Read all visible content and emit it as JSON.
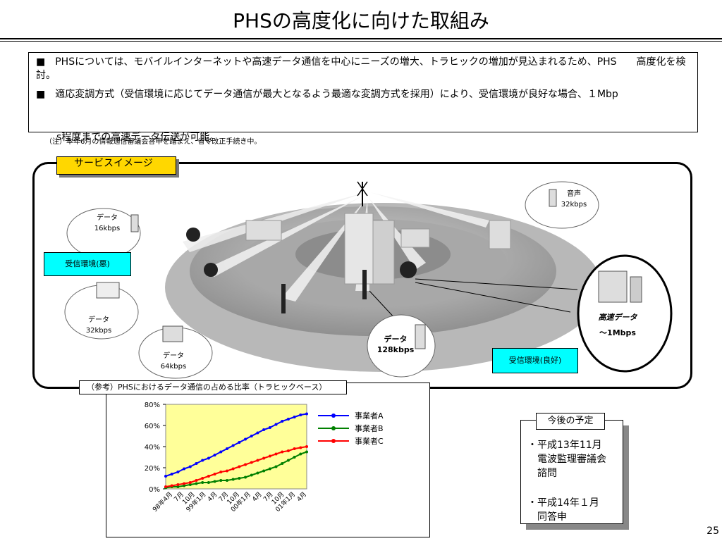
{
  "slide": {
    "title": "PHSの高度化に向けた取組み",
    "page_number": "25"
  },
  "bullets": [
    {
      "marker": "■",
      "text": "PHSについては、モバイルインターネットや高速データ通信を中心にニーズの増大、トラヒックの増加が見込まれるため、PHS　　高度化を検討。"
    },
    {
      "marker": "■",
      "text": "適応変調方式（受信環境に応じてデータ通信が最大となるよう最適な変調方式を採用）により、受信環境が良好な場合、１Mbp"
    }
  ],
  "note": "s程度までの高速データ伝送が可能。",
  "note_small": "（注）本年6月の情報通信審議会答申を踏まえ、省令改正手続き中。",
  "service": {
    "label": "サービスイメージ",
    "env_bad": "受信環境(悪)",
    "env_good": "受信環境(良好)",
    "bubbles": [
      {
        "line1": "データ",
        "line2": "16kbps"
      },
      {
        "line1": "音声",
        "line2": "32kbps"
      },
      {
        "line1": "データ",
        "line2": "32kbps"
      },
      {
        "line1": "データ",
        "line2": "64kbps"
      },
      {
        "line1": "データ",
        "line2": "128kbps"
      },
      {
        "line1": "高速データ",
        "line2": "〜1Mbps"
      }
    ]
  },
  "reference": {
    "title": "（参考）PHSにおけるデータ通信の占める比率（トラヒックベース）"
  },
  "chart_data": {
    "type": "line",
    "title": "",
    "xlabel": "",
    "ylabel": "",
    "ylim": [
      0,
      80
    ],
    "y_ticks": [
      "0%",
      "20%",
      "40%",
      "60%",
      "80%"
    ],
    "x_tick_labels": [
      "98年4月",
      "7月",
      "10月",
      "99年1月",
      "4月",
      "7月",
      "10月",
      "00年1月",
      "4月",
      "7月",
      "10月",
      "01年1月",
      "4月"
    ],
    "grid": false,
    "legend_position": "right",
    "plot_background": "#ffff99",
    "series": [
      {
        "name": "事業者A",
        "color": "#0000ff",
        "values": [
          12,
          14,
          16,
          19,
          21,
          24,
          27,
          29,
          32,
          35,
          38,
          41,
          44,
          47,
          50,
          53,
          56,
          58,
          61,
          64,
          66,
          68,
          70,
          71
        ]
      },
      {
        "name": "事業者B",
        "color": "#008000",
        "values": [
          1,
          2,
          2,
          3,
          4,
          5,
          6,
          6,
          7,
          8,
          8,
          9,
          10,
          11,
          13,
          15,
          17,
          19,
          21,
          24,
          27,
          30,
          33,
          35
        ]
      },
      {
        "name": "事業者C",
        "color": "#ff0000",
        "values": [
          2,
          3,
          4,
          5,
          6,
          8,
          10,
          12,
          14,
          16,
          17,
          19,
          21,
          23,
          25,
          27,
          29,
          31,
          33,
          35,
          36,
          38,
          39,
          40
        ]
      }
    ]
  },
  "plan": {
    "title": "今後の予定",
    "items": [
      {
        "line1": "・平成13年11月",
        "line2": "電波監理審議会",
        "line3": "諮問"
      },
      {
        "line1": "・平成14年１月",
        "line2": "同答申",
        "line3": ""
      }
    ]
  }
}
